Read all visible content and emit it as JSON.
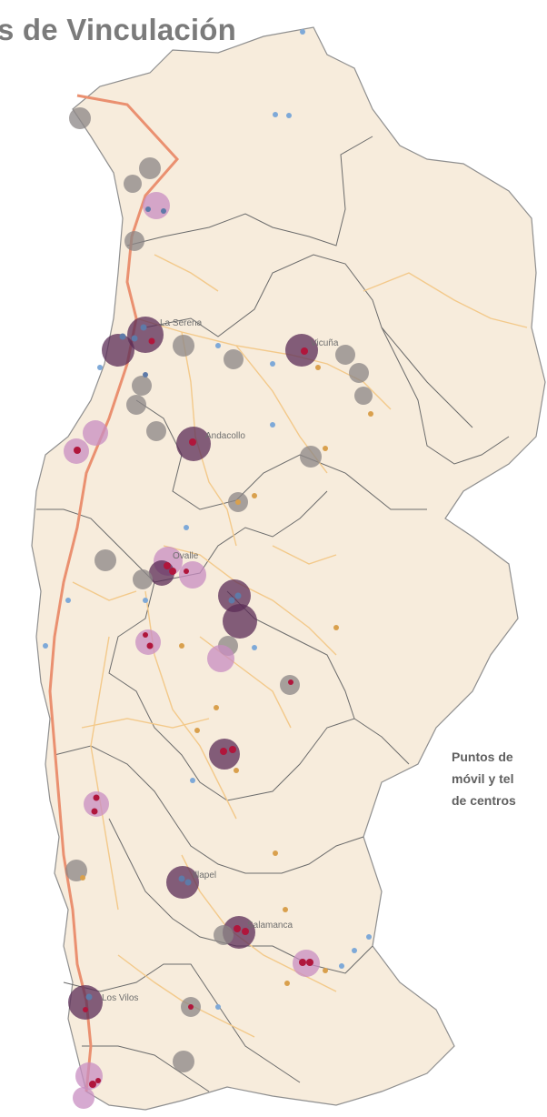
{
  "title": "s de Vinculación",
  "caption": [
    "Puntos de",
    "móvil y tel",
    "de centros"
  ],
  "place_labels": [
    {
      "text": "La Serena"
    },
    {
      "text": "Vicuña"
    },
    {
      "text": "Andacollo"
    },
    {
      "text": "Ovalle"
    },
    {
      "text": "Illapel"
    },
    {
      "text": "Salamanca"
    },
    {
      "text": "Los Vilos"
    }
  ],
  "colors": {
    "land": "#f7ecdc",
    "border": "#6b6b6b",
    "road_main": "#ea9070",
    "road_minor": "#f3c98a",
    "dot_grey": "#8b8585",
    "dot_dark_purple": "#5b2c57",
    "dot_light_purple": "#c88ec2",
    "dot_blue": "#7ea9d8",
    "dot_orange": "#d9a04d",
    "dot_red": "#b0163c"
  }
}
